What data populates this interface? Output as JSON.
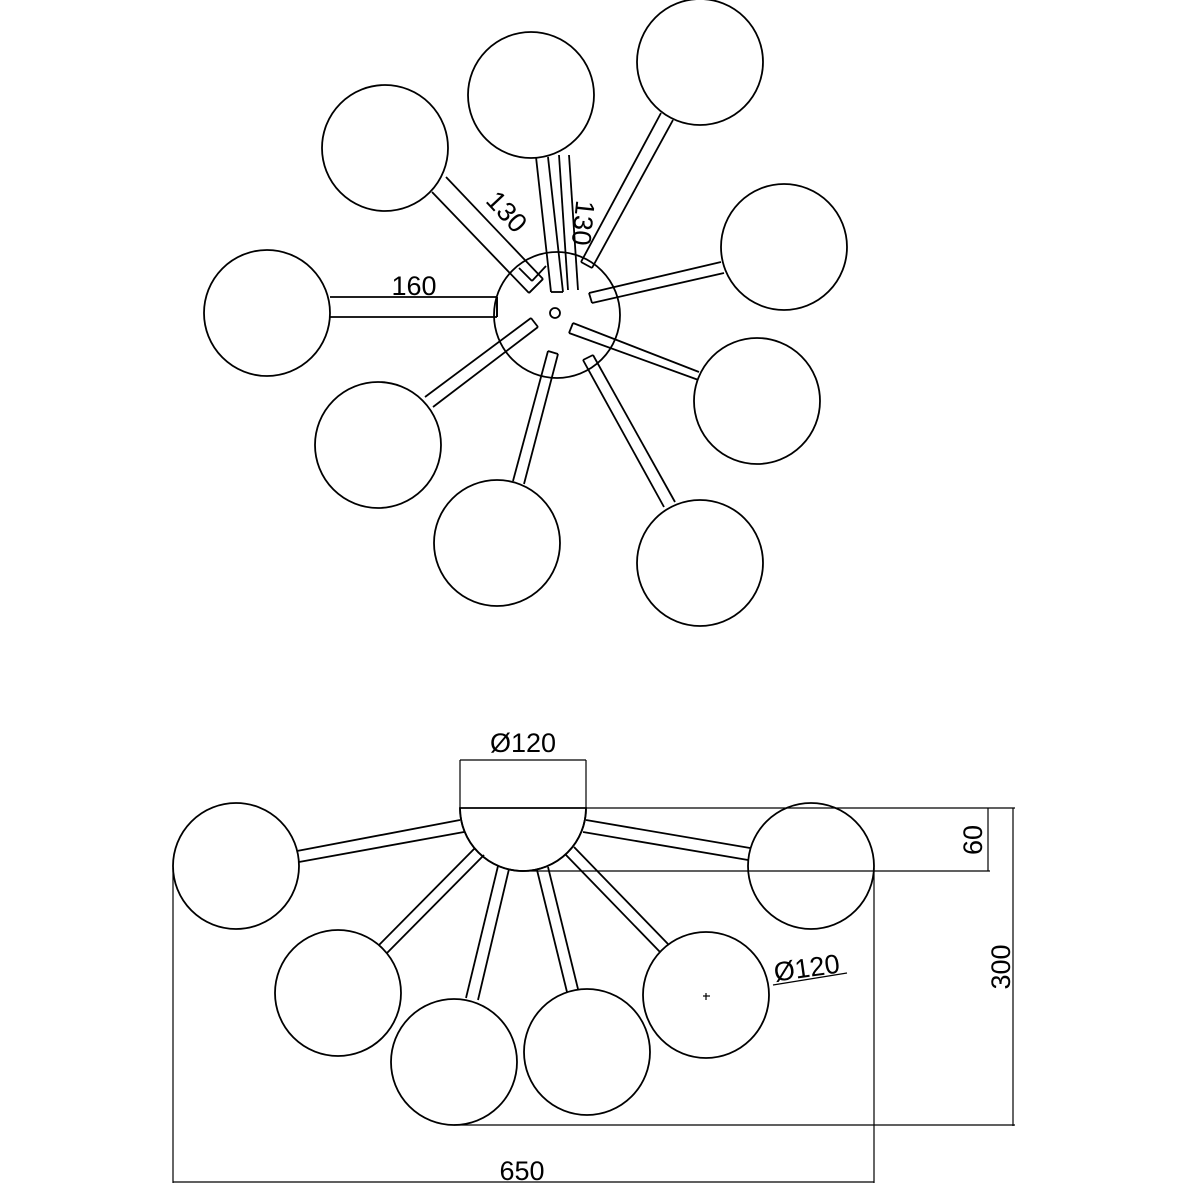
{
  "dimensions": {
    "top_rod_left": "160",
    "top_rod_diag": "130",
    "top_rod_up": "130",
    "canopy_diameter": "Ø120",
    "canopy_height": "60",
    "total_height": "300",
    "globe_diameter": "Ø120",
    "total_width": "650"
  },
  "colors": {
    "line": "#000000",
    "background": "#ffffff"
  }
}
